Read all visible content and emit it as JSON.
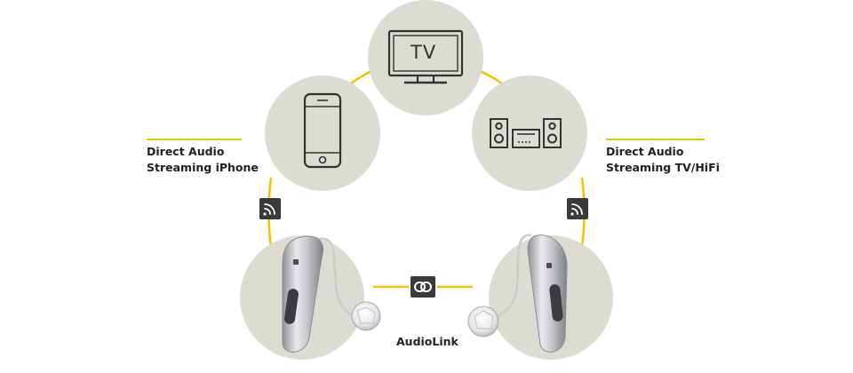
{
  "labels": {
    "iphone": [
      "Direct Audio",
      "Streaming iPhone"
    ],
    "tv_hifi": [
      "Direct Audio",
      "Streaming  TV/HiFi"
    ],
    "audiolink": "AudioLink",
    "tv_screen": "TV"
  },
  "devices": [
    {
      "name": "smartphone",
      "icon": "smartphone-icon"
    },
    {
      "name": "television",
      "icon": "tv-icon"
    },
    {
      "name": "hifi-system",
      "icon": "hifi-speakers-icon"
    },
    {
      "name": "left-hearing-aid",
      "icon": "hearing-aid-icon"
    },
    {
      "name": "right-hearing-aid",
      "icon": "hearing-aid-icon"
    }
  ],
  "badges": [
    {
      "name": "wireless-badge-left",
      "icon": "wireless-signal-icon"
    },
    {
      "name": "wireless-badge-right",
      "icon": "wireless-signal-icon"
    },
    {
      "name": "link-badge",
      "icon": "chain-link-icon"
    }
  ],
  "colors": {
    "accent_line": "#F2C200",
    "circle_fill": "#DCDCD2",
    "badge_fill": "#3A3A3A",
    "icon_stroke": "#333333",
    "text": "#222222"
  }
}
